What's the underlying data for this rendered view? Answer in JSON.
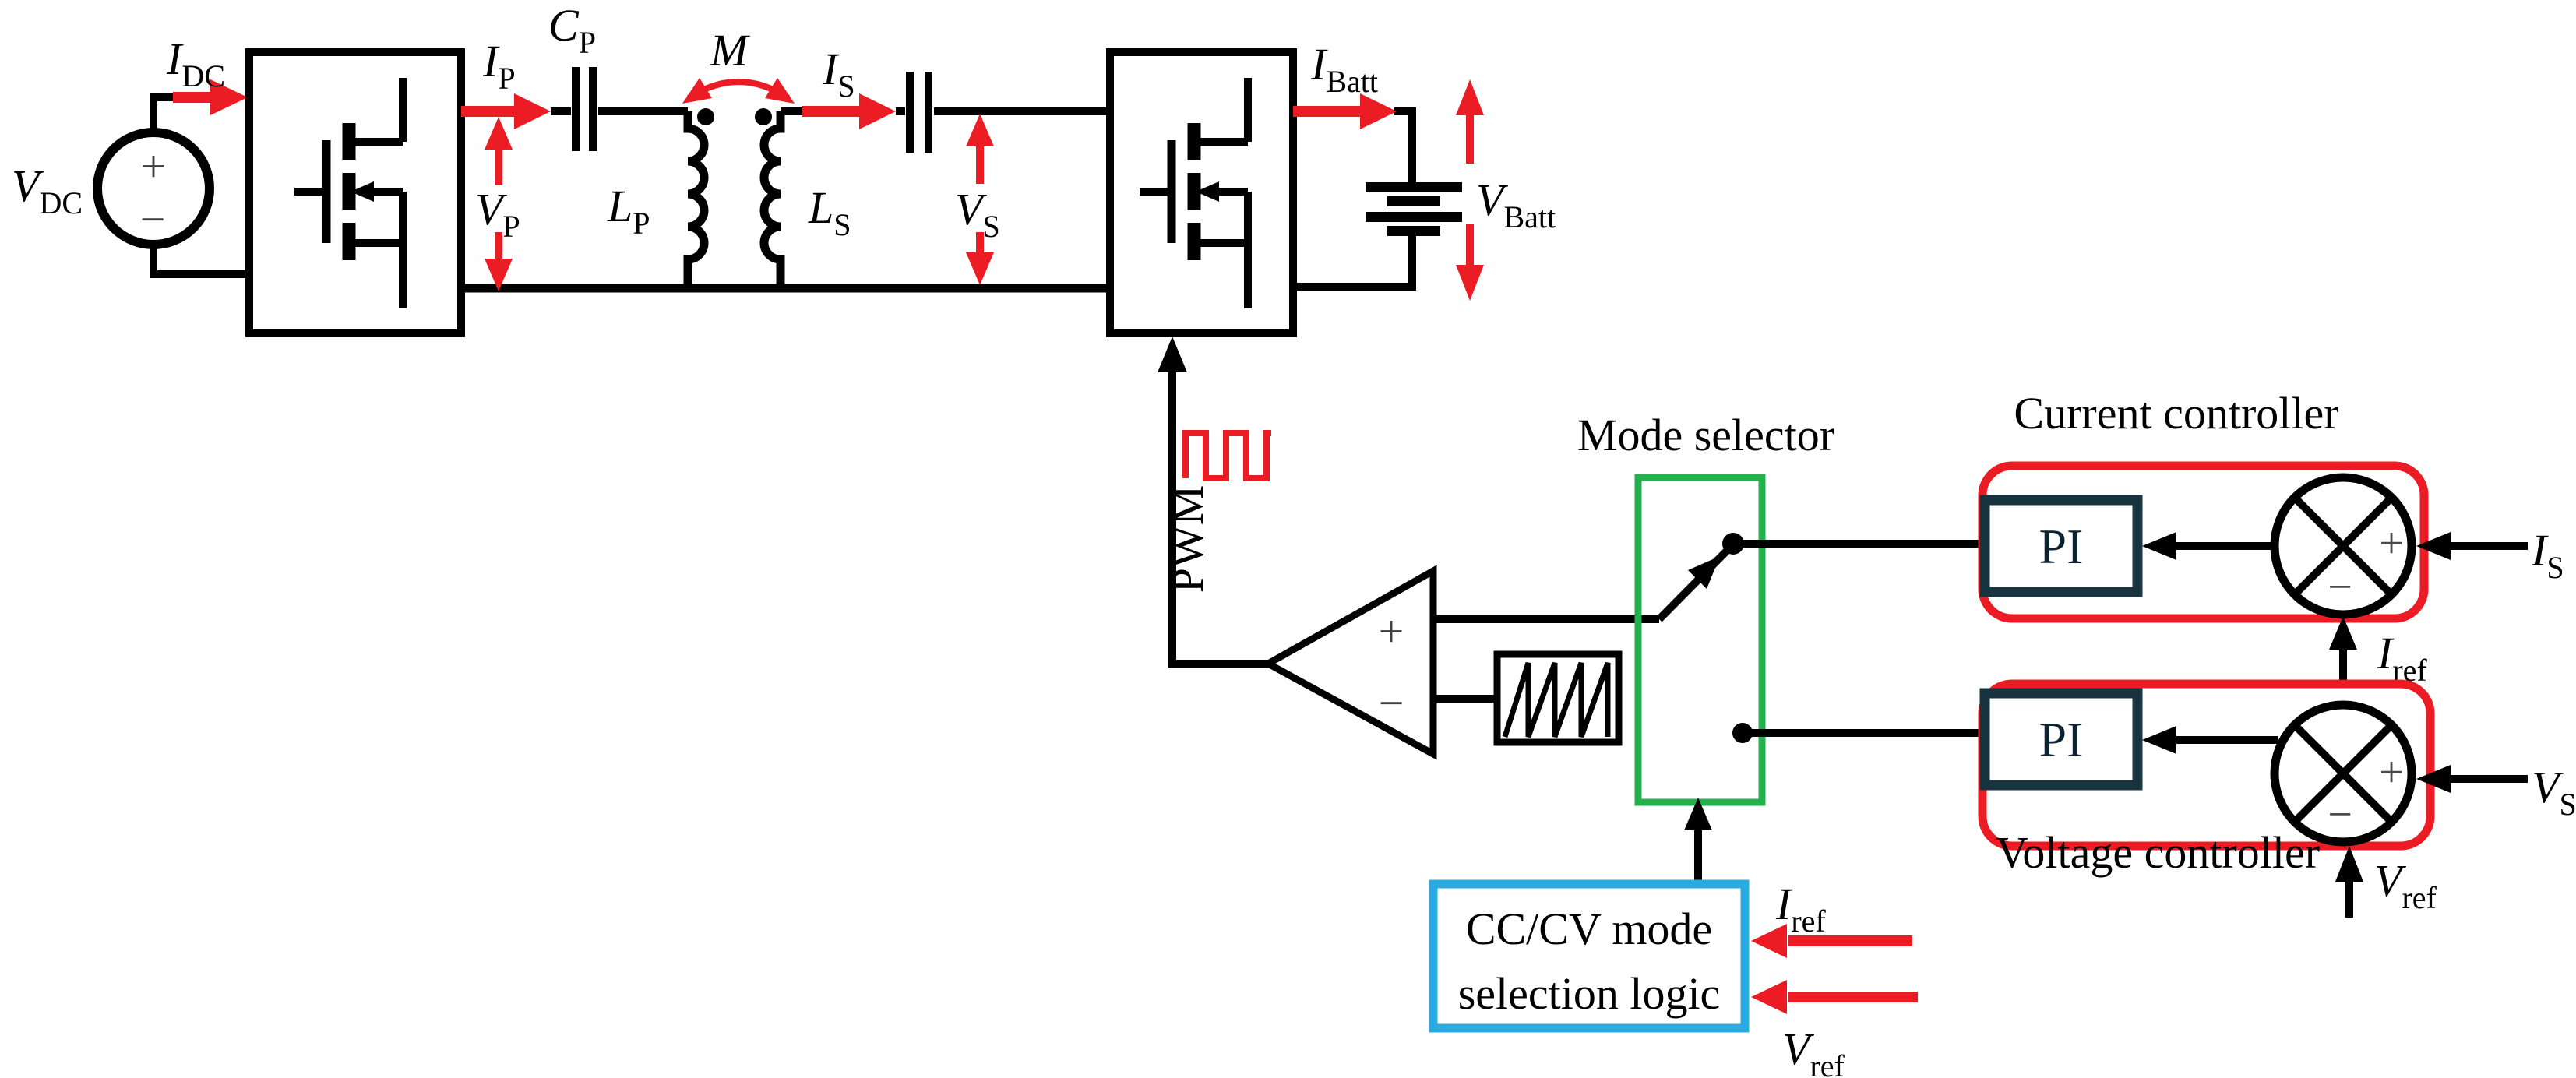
{
  "diagram": {
    "kind": "wireless-power-transfer-charging-control-circuit"
  },
  "colors": {
    "arrow_red": "#ec1c24",
    "mode_selector_green": "#22b14c",
    "logic_box_blue": "#29abe2",
    "pi_box_navy": "#16333e",
    "wire_black": "#000000"
  },
  "labels": {
    "v_dc": {
      "main": "V",
      "sub": "DC"
    },
    "i_dc": {
      "main": "I",
      "sub": "DC"
    },
    "i_p": {
      "main": "I",
      "sub": "P"
    },
    "c_p": {
      "main": "C",
      "sub": "P"
    },
    "v_p": {
      "main": "V",
      "sub": "P"
    },
    "m": {
      "main": "M",
      "sub": ""
    },
    "l_p": {
      "main": "L",
      "sub": "P"
    },
    "l_s": {
      "main": "L",
      "sub": "S"
    },
    "i_s": {
      "main": "I",
      "sub": "S"
    },
    "v_s": {
      "main": "V",
      "sub": "S"
    },
    "i_batt": {
      "main": "I",
      "sub": "Batt"
    },
    "v_batt": {
      "main": "V",
      "sub": "Batt"
    },
    "i_ref": {
      "main": "I",
      "sub": "ref"
    },
    "v_ref": {
      "main": "V",
      "sub": "ref"
    }
  },
  "texts": {
    "pwm": "PWM",
    "mode_selector": "Mode selector",
    "current_controller": "Current controller",
    "voltage_controller": "Voltage controller",
    "cccv_line1": "CC/CV mode",
    "cccv_line2": "selection logic",
    "pi": "PI",
    "plus": "+",
    "minus": "−"
  }
}
